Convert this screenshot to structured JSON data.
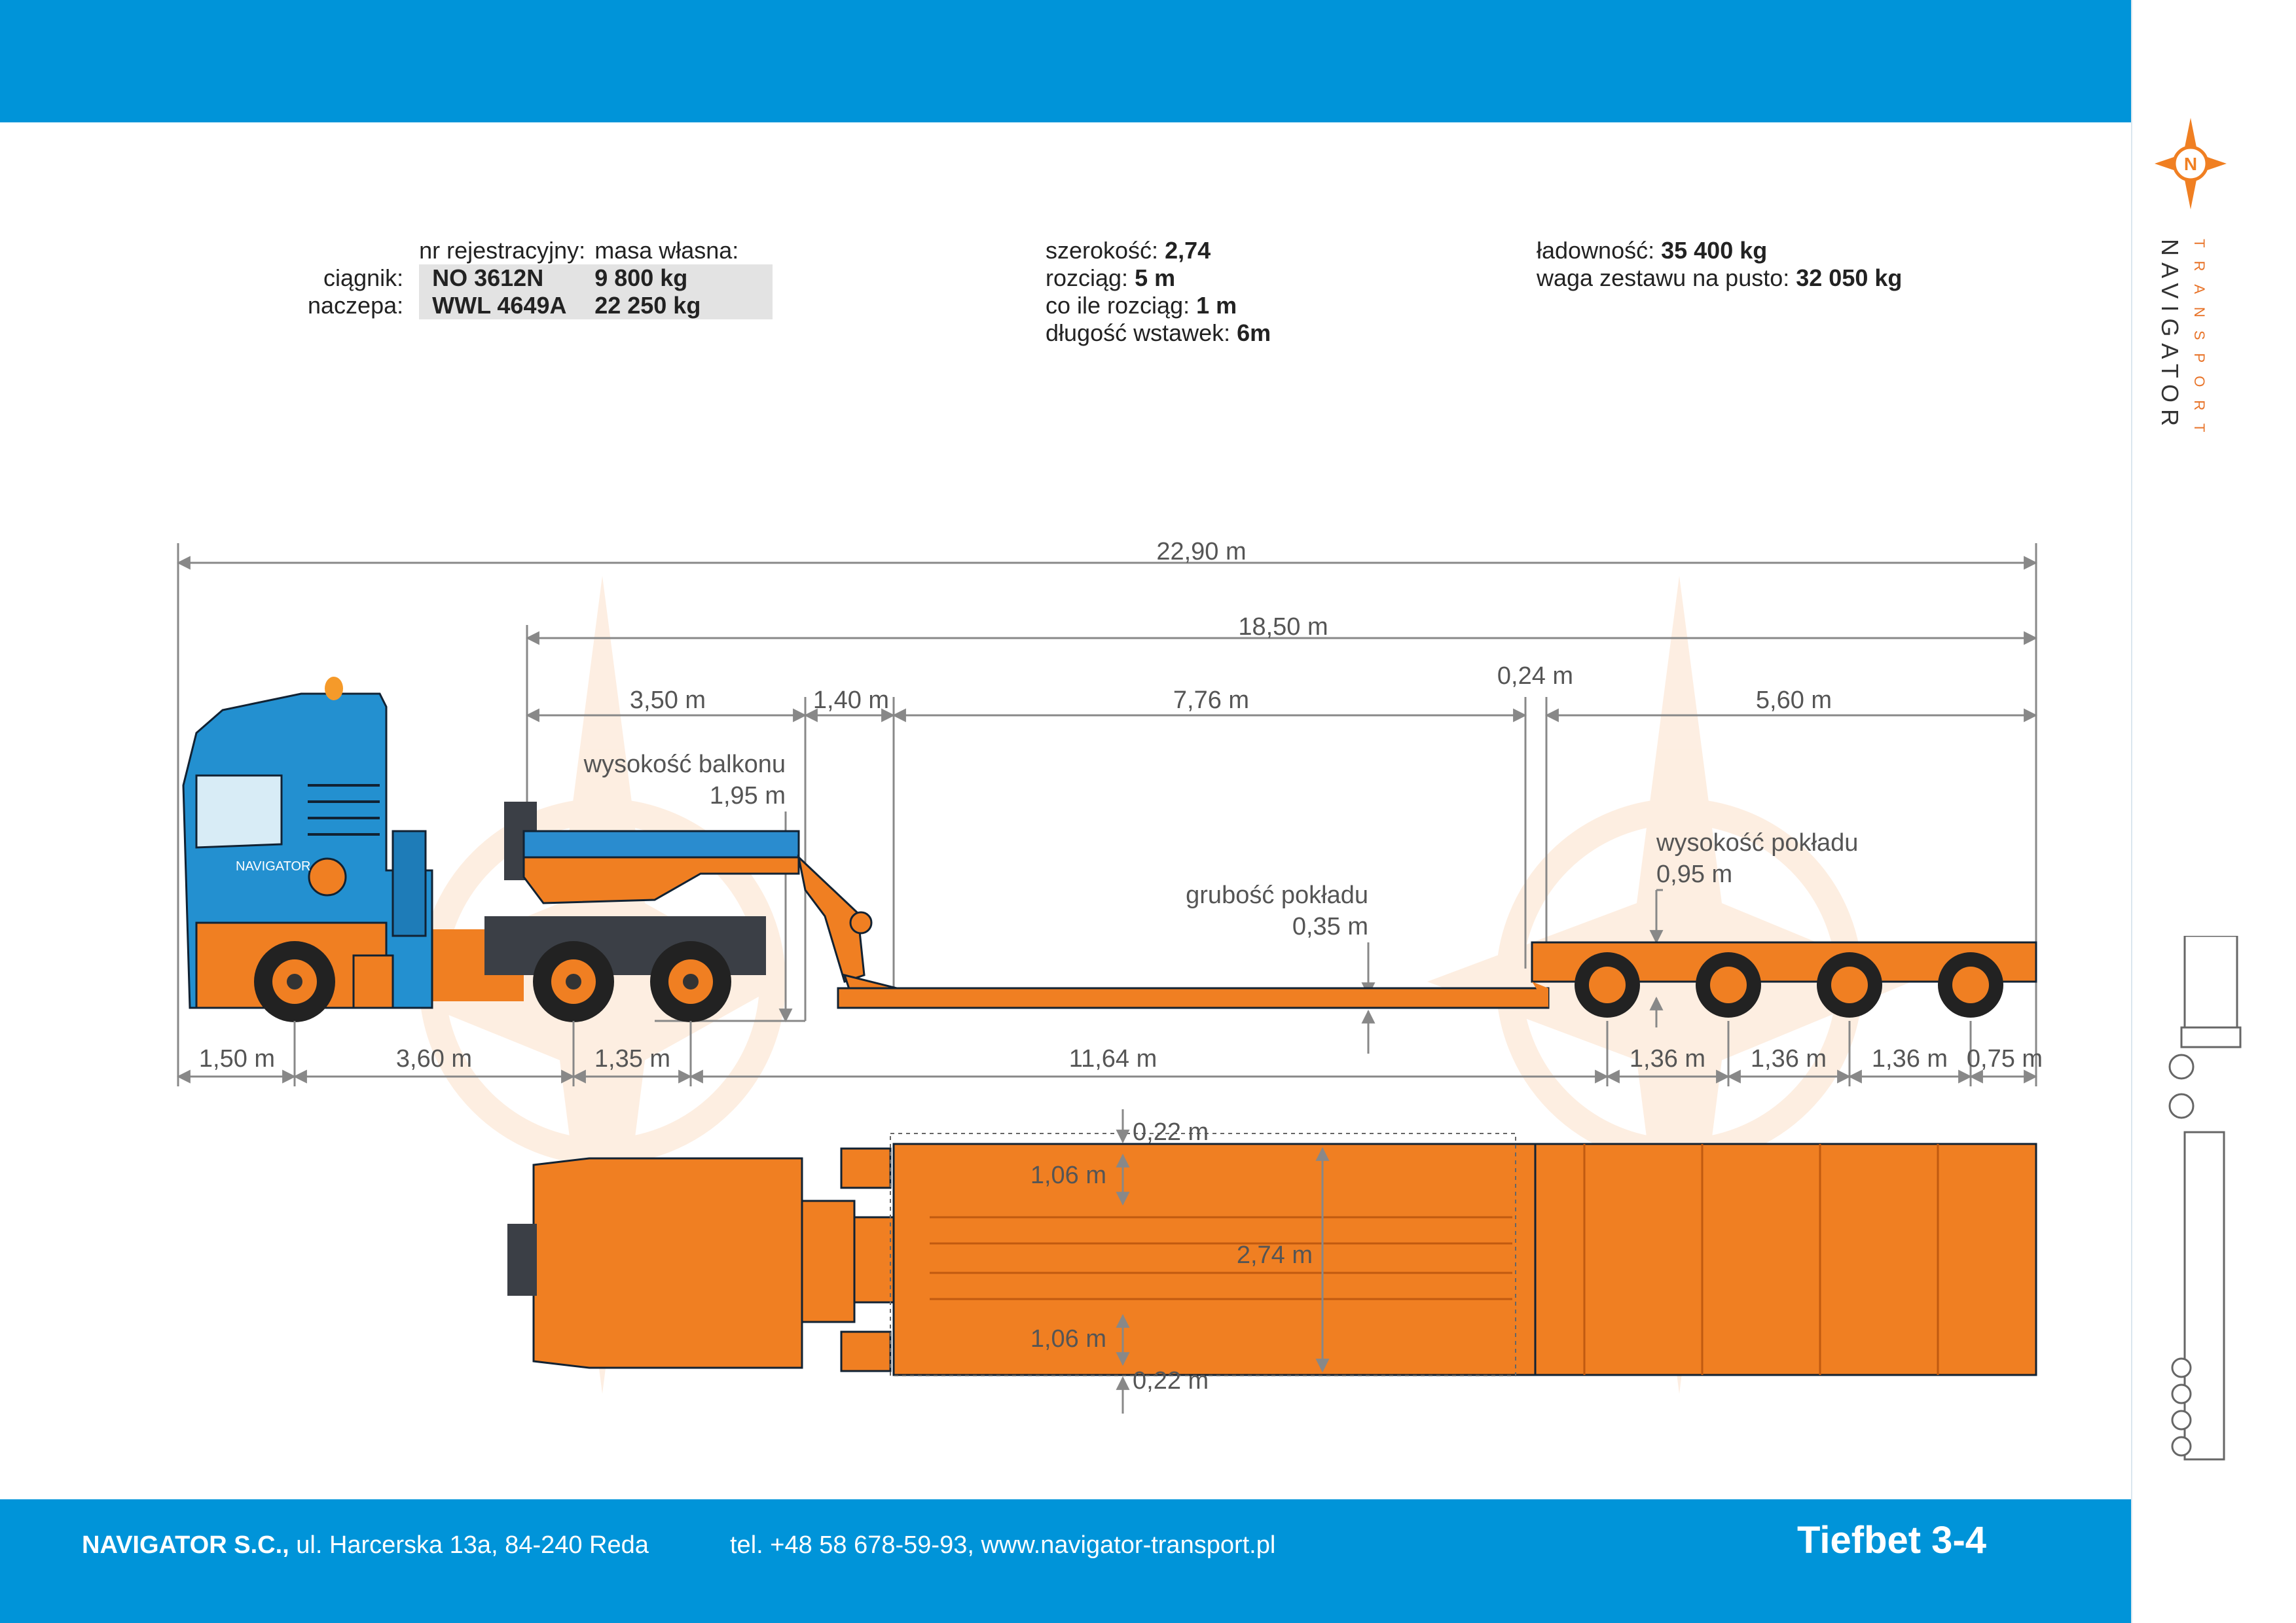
{
  "registration": {
    "header_reg": "nr rejestracyjny:",
    "header_mass": "masa własna:",
    "rows": [
      {
        "label": "ciągnik:",
        "reg": "NO 3612N",
        "mass": "9 800 kg"
      },
      {
        "label": "naczepa:",
        "reg": "WWL 4649A",
        "mass": "22 250 kg"
      }
    ]
  },
  "specs_mid": [
    {
      "label": "szerokość: ",
      "value": "2,74"
    },
    {
      "label": "rozciąg: ",
      "value": "5 m"
    },
    {
      "label": "co ile rozciąg: ",
      "value": "1 m"
    },
    {
      "label": "długość wstawek: ",
      "value": "6m"
    }
  ],
  "specs_right": [
    {
      "label": "ładowność: ",
      "value": "35 400 kg"
    },
    {
      "label": "waga zestawu na pusto: ",
      "value": "32 050 kg"
    }
  ],
  "dimensions": {
    "overall": "22,90 m",
    "trailer": "18,50 m",
    "d_350": "3,50 m",
    "d_140": "1,40 m",
    "d_776": "7,76 m",
    "d_024": "0,24 m",
    "d_560": "5,60 m",
    "balcony_label": "wysokość balkonu",
    "balcony_value": "1,95 m",
    "deck_thick_label": "grubość pokładu",
    "deck_thick_value": "0,35 m",
    "deck_height_label": "wysokość pokładu",
    "deck_height_value": "0,95 m",
    "b_150": "1,50 m",
    "b_360": "3,60 m",
    "b_135": "1,35 m",
    "b_1164": "11,64 m",
    "b_136a": "1,36 m",
    "b_136b": "1,36 m",
    "b_136c": "1,36 m",
    "b_075": "0,75 m",
    "t_022a": "0,22 m",
    "t_106a": "1,06 m",
    "t_274": "2,74 m",
    "t_106b": "1,06 m",
    "t_022b": "0,22 m"
  },
  "truck_text": "NAVIGATOR",
  "footer": {
    "company": "NAVIGATOR S.C.,",
    "address": " ul. Harcerska  13a, 84-240 Reda",
    "contact": "tel.  +48 58 678-59-93, www.navigator-transport.pl",
    "title": "Tiefbet 3-4"
  },
  "brand": {
    "name": "NAVIGATOR",
    "sub": "TRANSPORT"
  },
  "colors": {
    "blue": "#0094d9",
    "orange": "#f07f22",
    "truck_blue": "#2390d0"
  }
}
